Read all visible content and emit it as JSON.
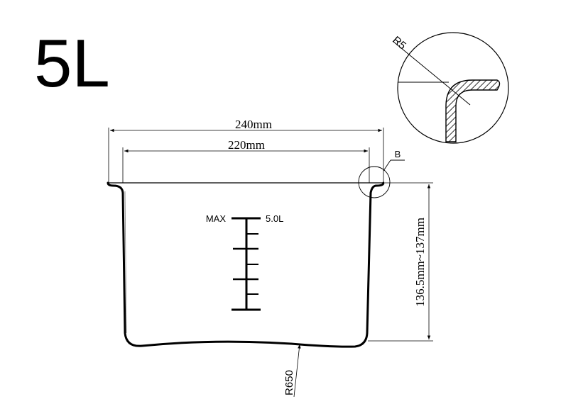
{
  "title": "5L",
  "dimensions": {
    "outer_width": "240mm",
    "inner_width": "220mm",
    "height": "136.5mm~137mm",
    "bottom_radius": "R650",
    "rim_radius": "R5",
    "detail_label": "B"
  },
  "scale": {
    "max_label": "MAX",
    "max_volume": "5.0L"
  },
  "colors": {
    "line": "#000000",
    "background": "#ffffff"
  }
}
